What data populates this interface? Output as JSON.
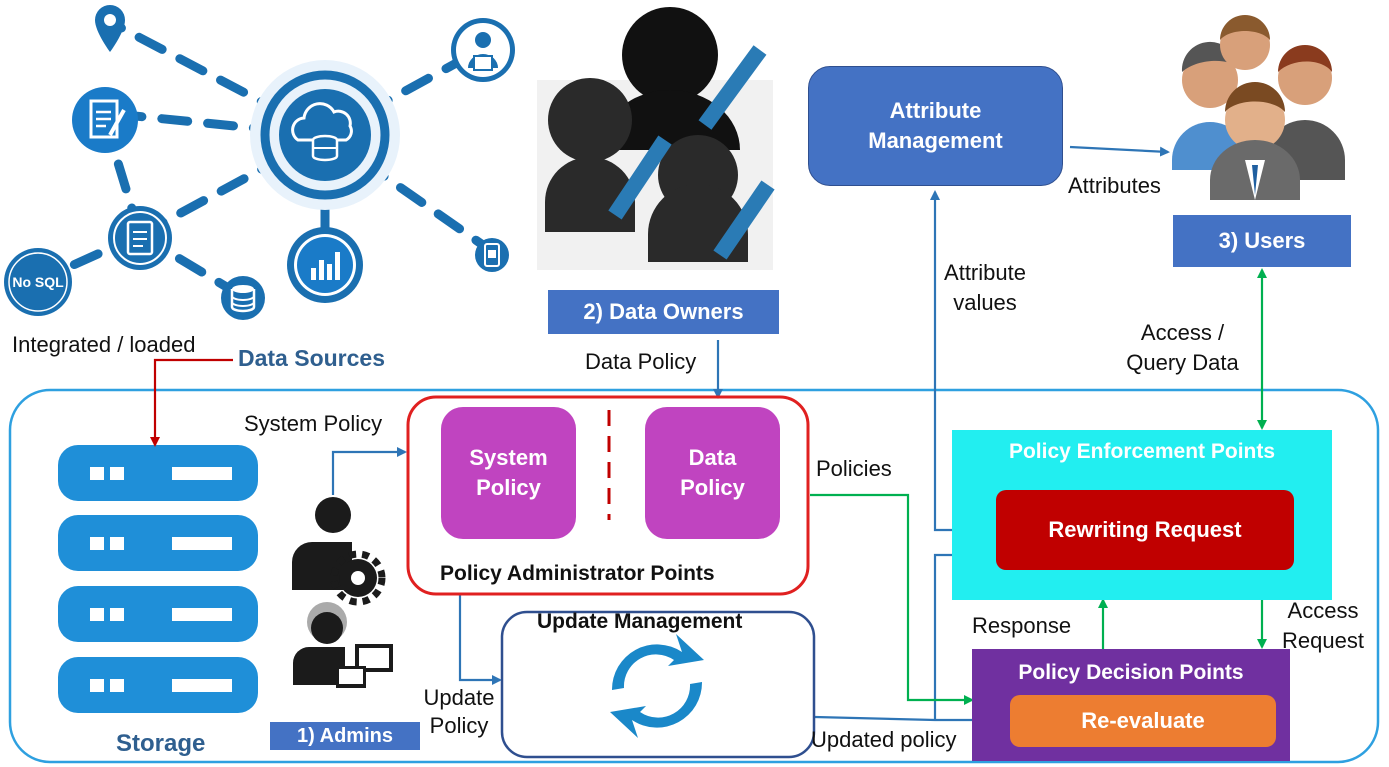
{
  "labels": {
    "integrated_loaded": "Integrated / loaded",
    "data_sources": "Data Sources",
    "storage": "Storage",
    "admins": "1) Admins",
    "system_policy_edge": "System Policy",
    "data_owners": "2) Data Owners",
    "data_policy_edge": "Data Policy",
    "system_policy_box": "System Policy",
    "data_policy_box": "Data Policy",
    "policy_admin_points": "Policy Administrator Points",
    "update_management": "Update Management",
    "update_policy": "Update Policy",
    "updated_policy": "Updated policy",
    "policies": "Policies",
    "attribute_management": "Attribute Management",
    "attributes": "Attributes",
    "attribute_values": "Attribute values",
    "users": "3) Users",
    "access_query_data": "Access / Query Data",
    "policy_enforcement_points": "Policy Enforcement Points",
    "rewriting_request": "Rewriting Request",
    "response": "Response",
    "access_request": "Access Request",
    "policy_decision_points": "Policy Decision Points",
    "re_evaluate": "Re-evaluate",
    "nosql_badge": "No SQL"
  },
  "icons": {
    "network_hub": "cloud-database-icon",
    "location": "location-pin-icon",
    "document": "document-edit-icon",
    "person": "person-icon",
    "form": "form-icon",
    "chart": "bar-chart-icon",
    "mobile": "mobile-icon",
    "database": "database-icon",
    "refresh": "refresh-icon"
  },
  "colors": {
    "blue_box": "#4472c4",
    "purple_box": "#c044c0",
    "magenta_frame": "#e02020",
    "cyan_box": "#22eef0",
    "dark_red_box": "#c00000",
    "purple_pdp": "#7030a0",
    "orange_box": "#ed7d31",
    "arrow_blue": "#2e75b6",
    "arrow_green": "#00b050",
    "arrow_red": "#c00000",
    "storage_blue": "#1f8fd8",
    "network_blue": "#1a6fb0"
  }
}
